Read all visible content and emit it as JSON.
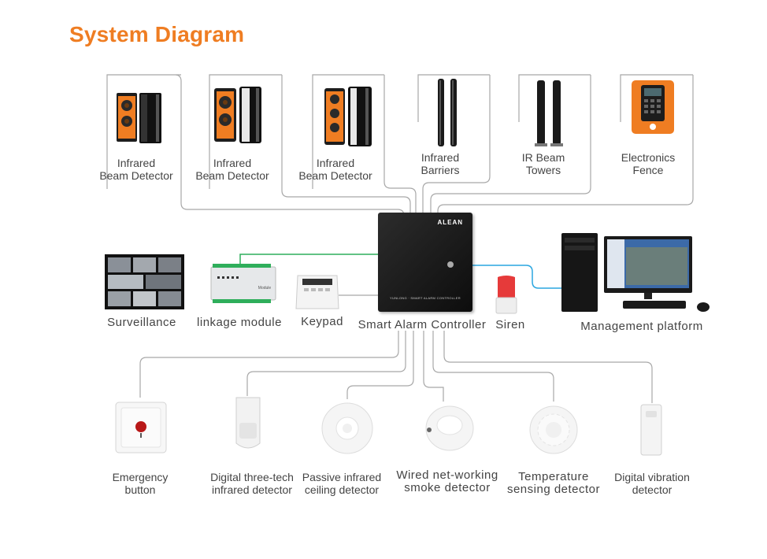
{
  "title": "System Diagram",
  "top_devices": [
    {
      "label": "Infrared\nBeam Detector"
    },
    {
      "label": "Infrared\nBeam Detector"
    },
    {
      "label": "Infrared\nBeam Detector"
    },
    {
      "label": "Infrared\nBarriers"
    },
    {
      "label": "IR Beam\nTowers"
    },
    {
      "label": "Electronics\nFence"
    }
  ],
  "middle_devices": {
    "surveillance": "Surveillance",
    "linkage": "linkage module",
    "linkage_badge": "Module",
    "keypad": "Keypad",
    "controller": "Smart Alarm Controller",
    "controller_brand": "ALEAN",
    "controller_model": "YUNLONG · SMART ALARM CONTROLLER",
    "siren": "Siren",
    "management": "Management platform"
  },
  "bottom_devices": [
    {
      "label": "Emergency\nbutton"
    },
    {
      "label": "Digital three-tech\ninfrared detector"
    },
    {
      "label": "Passive infrared\nceiling detector"
    },
    {
      "label": "Wired net-working\nsmoke detector"
    },
    {
      "label": "Temperature\nsensing detector"
    },
    {
      "label": "Digital vibration\ndetector"
    }
  ],
  "colors": {
    "title": "#ef7d22",
    "line": "#a8a8a8",
    "green_link": "#2fae5b",
    "blue_link": "#2aa6e0",
    "orange_device": "#ef7d22"
  }
}
